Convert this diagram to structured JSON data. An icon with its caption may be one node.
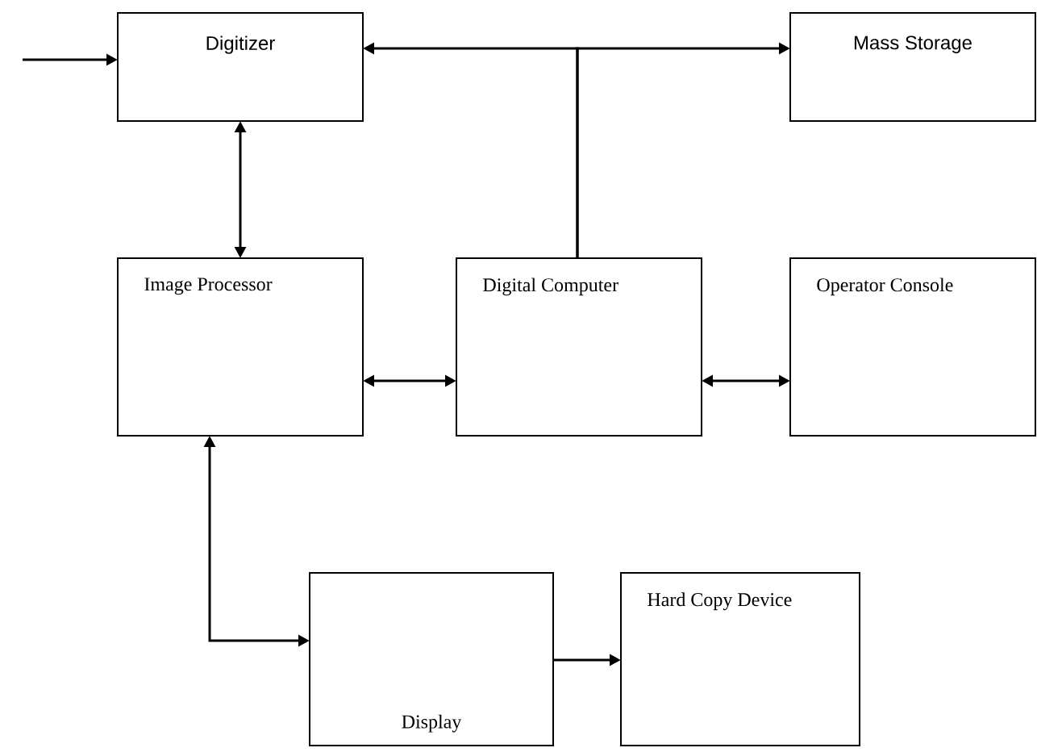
{
  "diagram": {
    "nodes": [
      {
        "text": [
          "Digitizer"
        ]
      },
      {
        "text": [
          "Mass Storage"
        ]
      },
      {
        "text": [
          "Image Processor"
        ]
      },
      {
        "text": [
          "Digital Computer"
        ]
      },
      {
        "text": [
          "Operator Console"
        ]
      },
      {
        "text": [
          "Display"
        ]
      },
      {
        "text": [
          "Hard Copy Device"
        ]
      }
    ],
    "edges": [
      {
        "from": null,
        "to": 0,
        "arrow": "to"
      },
      {
        "from": 3,
        "to": 0,
        "arrow": "to"
      },
      {
        "from": 3,
        "to": 1,
        "arrow": "to"
      },
      {
        "from": 0,
        "to": 2,
        "arrow": "both"
      },
      {
        "from": 2,
        "to": 3,
        "arrow": "both"
      },
      {
        "from": 3,
        "to": 4,
        "arrow": "both"
      },
      {
        "from": 2,
        "to": 5,
        "arrow": "both"
      },
      {
        "from": 5,
        "to": 6,
        "arrow": "to"
      }
    ]
  }
}
